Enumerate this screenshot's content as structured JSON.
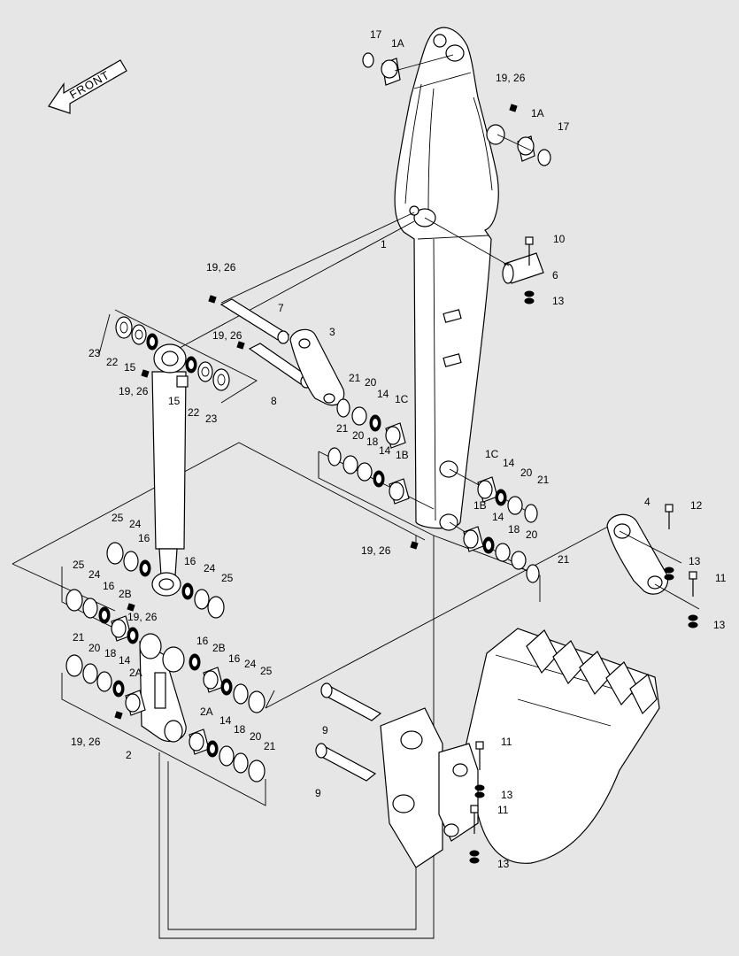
{
  "arrow_label": "FRONT",
  "labels": [
    {
      "id": "l-17a",
      "text": "17"
    },
    {
      "id": "l-1a-top",
      "text": "1A"
    },
    {
      "id": "l-1926-a",
      "text": "19, 26"
    },
    {
      "id": "l-1a-b",
      "text": "1A"
    },
    {
      "id": "l-17b",
      "text": "17"
    },
    {
      "id": "l-10",
      "text": "10"
    },
    {
      "id": "l-1",
      "text": "1"
    },
    {
      "id": "l-6",
      "text": "6"
    },
    {
      "id": "l-13a",
      "text": "13"
    },
    {
      "id": "l-1926-b",
      "text": "19, 26"
    },
    {
      "id": "l-7",
      "text": "7"
    },
    {
      "id": "l-3",
      "text": "3"
    },
    {
      "id": "l-1926-c",
      "text": "19, 26"
    },
    {
      "id": "l-23a",
      "text": "23"
    },
    {
      "id": "l-22a",
      "text": "22"
    },
    {
      "id": "l-15a",
      "text": "15"
    },
    {
      "id": "l-1926-d",
      "text": "19, 26"
    },
    {
      "id": "l-15b",
      "text": "15"
    },
    {
      "id": "l-22b",
      "text": "22"
    },
    {
      "id": "l-23b",
      "text": "23"
    },
    {
      "id": "l-8",
      "text": "8"
    },
    {
      "id": "l-21a",
      "text": "21"
    },
    {
      "id": "l-20a",
      "text": "20"
    },
    {
      "id": "l-14a",
      "text": "14"
    },
    {
      "id": "l-1c-a",
      "text": "1C"
    },
    {
      "id": "l-21b",
      "text": "21"
    },
    {
      "id": "l-20b",
      "text": "20"
    },
    {
      "id": "l-18a",
      "text": "18"
    },
    {
      "id": "l-14b",
      "text": "14"
    },
    {
      "id": "l-1b-a",
      "text": "1B"
    },
    {
      "id": "l-1c-b",
      "text": "1C"
    },
    {
      "id": "l-14c",
      "text": "14"
    },
    {
      "id": "l-20c",
      "text": "20"
    },
    {
      "id": "l-21c",
      "text": "21"
    },
    {
      "id": "l-4",
      "text": "4"
    },
    {
      "id": "l-12",
      "text": "12"
    },
    {
      "id": "l-1b-b",
      "text": "1B"
    },
    {
      "id": "l-14d",
      "text": "14"
    },
    {
      "id": "l-18b",
      "text": "18"
    },
    {
      "id": "l-20d",
      "text": "20"
    },
    {
      "id": "l-21d",
      "text": "21"
    },
    {
      "id": "l-1926-e",
      "text": "19, 26"
    },
    {
      "id": "l-13b",
      "text": "13"
    },
    {
      "id": "l-11a",
      "text": "11"
    },
    {
      "id": "l-13c",
      "text": "13"
    },
    {
      "id": "l-25a",
      "text": "25"
    },
    {
      "id": "l-24a",
      "text": "24"
    },
    {
      "id": "l-16a",
      "text": "16"
    },
    {
      "id": "l-16b",
      "text": "16"
    },
    {
      "id": "l-24b",
      "text": "24"
    },
    {
      "id": "l-25b",
      "text": "25"
    },
    {
      "id": "l-25c",
      "text": "25"
    },
    {
      "id": "l-24c",
      "text": "24"
    },
    {
      "id": "l-16c",
      "text": "16"
    },
    {
      "id": "l-2b-a",
      "text": "2B"
    },
    {
      "id": "l-1926-f",
      "text": "19, 26"
    },
    {
      "id": "l-21e",
      "text": "21"
    },
    {
      "id": "l-20e",
      "text": "20"
    },
    {
      "id": "l-18c",
      "text": "18"
    },
    {
      "id": "l-14e",
      "text": "14"
    },
    {
      "id": "l-2a-a",
      "text": "2A"
    },
    {
      "id": "l-16d",
      "text": "16"
    },
    {
      "id": "l-2b-b",
      "text": "2B"
    },
    {
      "id": "l-16e",
      "text": "16"
    },
    {
      "id": "l-24d",
      "text": "24"
    },
    {
      "id": "l-25d",
      "text": "25"
    },
    {
      "id": "l-1926-g",
      "text": "19, 26"
    },
    {
      "id": "l-2",
      "text": "2"
    },
    {
      "id": "l-2a-b",
      "text": "2A"
    },
    {
      "id": "l-14f",
      "text": "14"
    },
    {
      "id": "l-18d",
      "text": "18"
    },
    {
      "id": "l-20f",
      "text": "20"
    },
    {
      "id": "l-21f",
      "text": "21"
    },
    {
      "id": "l-9a",
      "text": "9"
    },
    {
      "id": "l-9b",
      "text": "9"
    },
    {
      "id": "l-11b",
      "text": "11"
    },
    {
      "id": "l-13d",
      "text": "13"
    },
    {
      "id": "l-11c",
      "text": "11"
    },
    {
      "id": "l-13e",
      "text": "13"
    }
  ]
}
